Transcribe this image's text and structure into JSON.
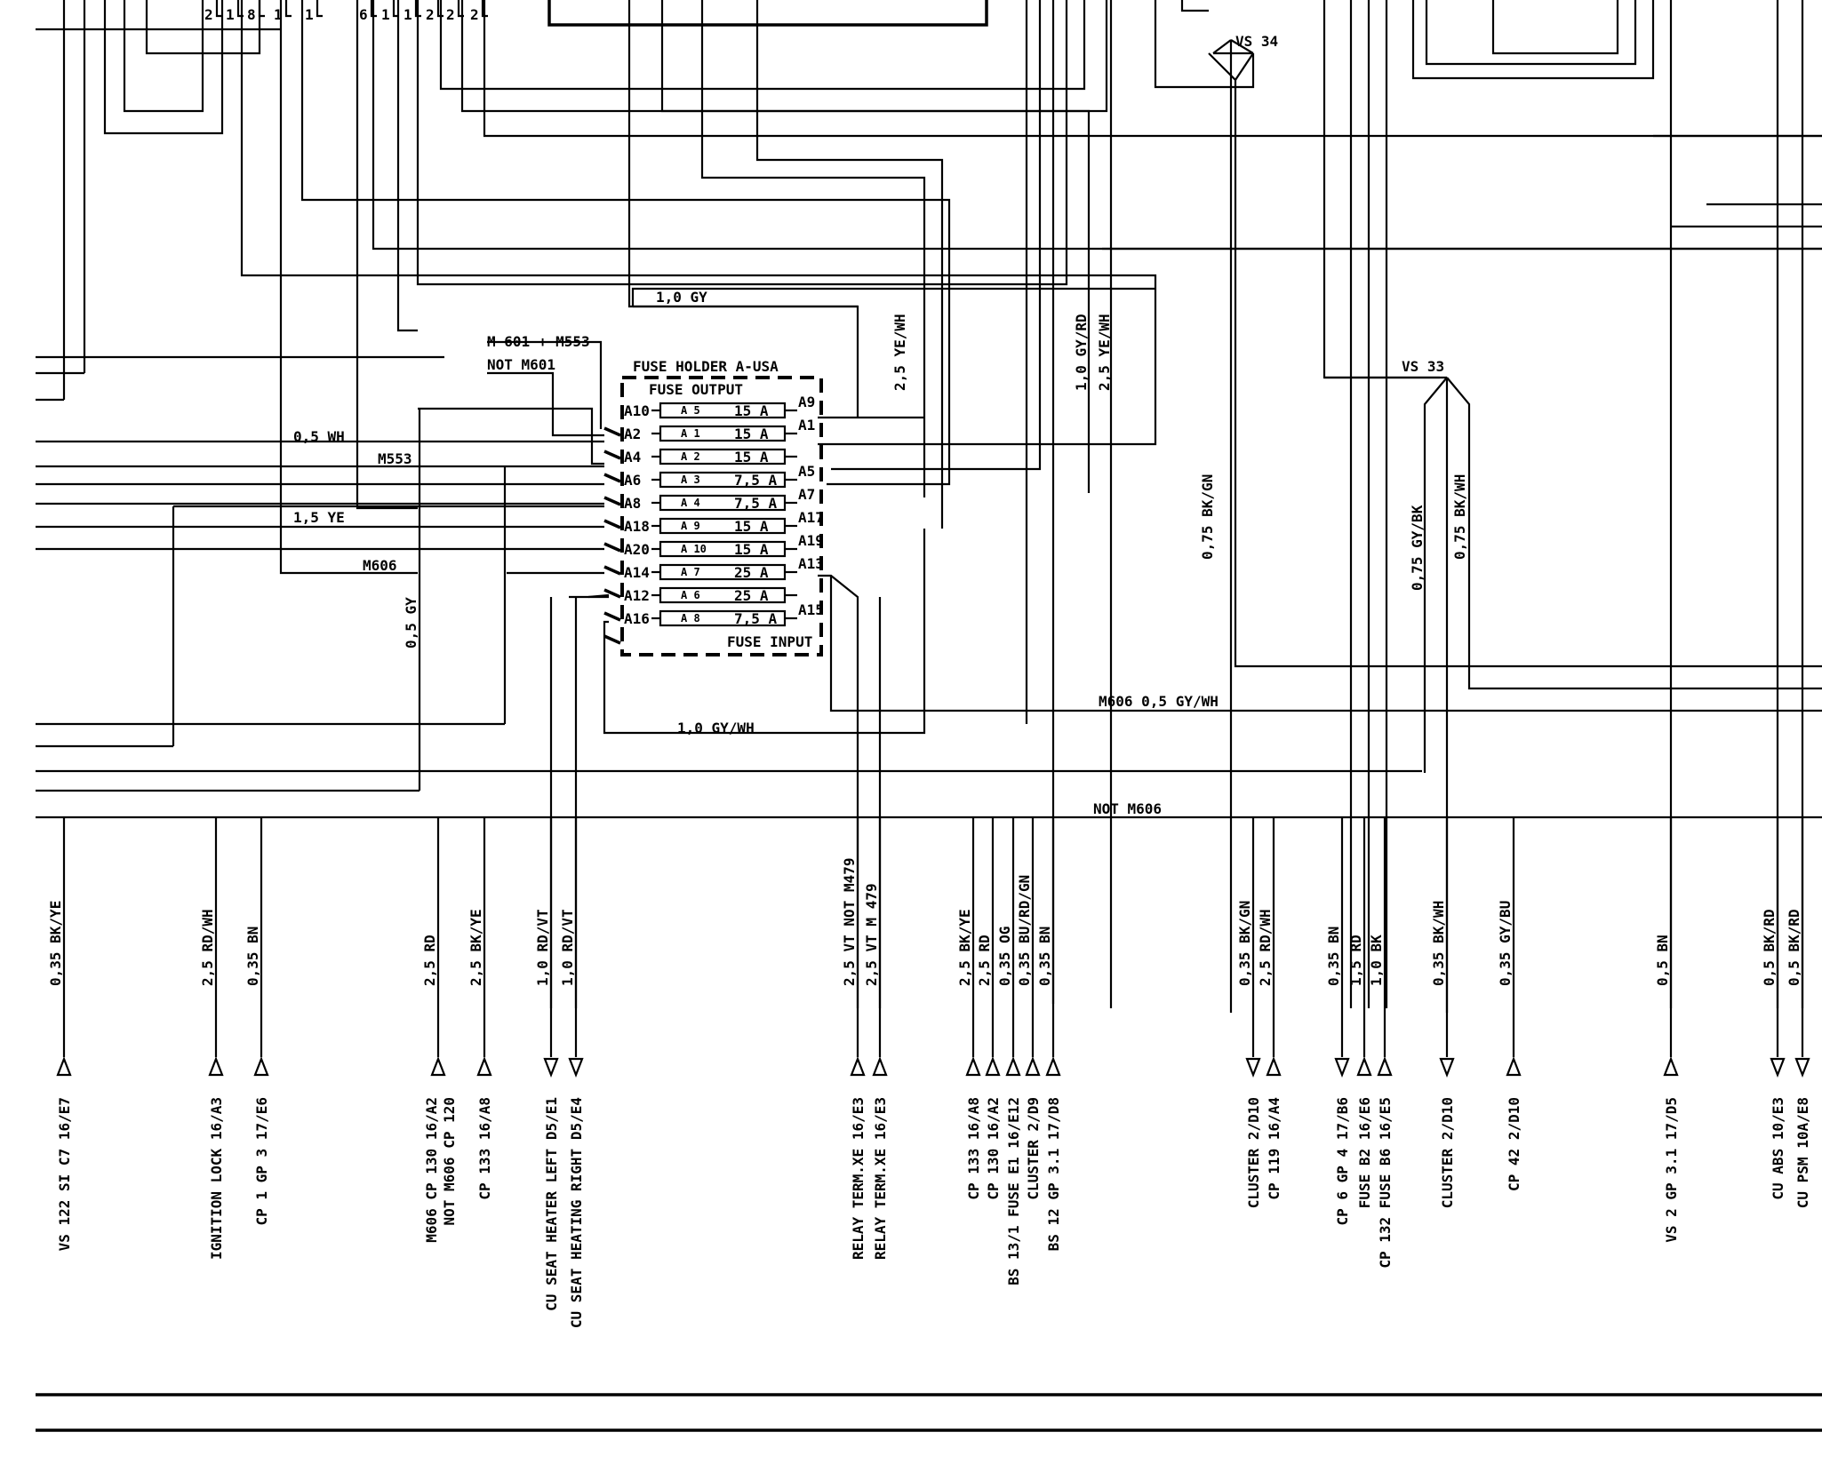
{
  "fuse_holder": {
    "title": "FUSE HOLDER A-USA",
    "output_label": "FUSE OUTPUT",
    "input_label": "FUSE INPUT",
    "fuses": [
      {
        "in": "A10",
        "fuse": "A 5",
        "rating": "15 A",
        "out": "A9"
      },
      {
        "in": "A2",
        "fuse": "A 1",
        "rating": "15 A",
        "out": "A1"
      },
      {
        "in": "A4",
        "fuse": "A 2",
        "rating": "15 A",
        "out": ""
      },
      {
        "in": "A6",
        "fuse": "A 3",
        "rating": "7,5 A",
        "out": "A5"
      },
      {
        "in": "A8",
        "fuse": "A 4",
        "rating": "7,5 A",
        "out": "A7"
      },
      {
        "in": "A18",
        "fuse": "A 9",
        "rating": "15 A",
        "out": "A17"
      },
      {
        "in": "A20",
        "fuse": "A 10",
        "rating": "15 A",
        "out": "A19"
      },
      {
        "in": "A14",
        "fuse": "A 7",
        "rating": "25 A",
        "out": "A13"
      },
      {
        "in": "A12",
        "fuse": "A 6",
        "rating": "25 A",
        "out": ""
      },
      {
        "in": "A16",
        "fuse": "A 8",
        "rating": "7,5 A",
        "out": "A15"
      }
    ]
  },
  "top_pins": [
    "2",
    "1",
    "8",
    "1",
    "1",
    "6",
    "1",
    "1",
    "2",
    "2",
    "2"
  ],
  "labels": {
    "gy_10": "1,0 GY",
    "m601_m553": "M 601 + M553",
    "not_m601": "NOT M601",
    "wh_05": "0,5 WH",
    "m553": "M553",
    "ye_15": "1,5 YE",
    "m606_left": "M606",
    "gy_05": "0,5 GY",
    "ye_wh_25": "2,5 YE/WH",
    "gy_rd_10": "1,0 GY/RD",
    "ye_wh_25b": "2,5 YE/WH",
    "gy_wh_10": "1,0 GY/WH",
    "m606_gywh": "M606  0,5 GY/WH",
    "not_m606": "NOT M606",
    "vs34": "VS 34",
    "vs33": "VS 33",
    "bk_gn_075": "0,75 BK/GN",
    "gy_bk_075": "0,75 GY/BK",
    "bk_wh_075": "0,75 BK/WH"
  },
  "bottom_wires": [
    "0,35 BK/YE",
    "2,5 RD/WH",
    "0,35 BN",
    "2,5 RD",
    "2,5 BK/YE",
    "1,0 RD/VT",
    "1,0 RD/VT",
    "2,5 VT  NOT M479",
    "2,5 VT  M 479",
    "2,5 BK/YE",
    "2,5 RD",
    "0,35 OG",
    "0,35 BU/RD/GN",
    "0,35 BN",
    "0,35 BK/GN",
    "2,5 RD/WH",
    "0,35 BN",
    "1,5 RD",
    "1,0 BK",
    "0,35 BK/WH",
    "0,35 GY/BU",
    "0,5 BN",
    "0,5 BK/RD",
    "0,5 BK/RD"
  ],
  "destinations": [
    "VS 122 SI C7 16/E7",
    "IGNITION LOCK  16/A3",
    "CP 1 GP 3  17/E6",
    "M606  CP 130  16/A2",
    "NOT M606  CP 120",
    "CP 133  16/A8",
    "CU SEAT HEATER LEFT  D5/E1",
    "CU SEAT HEATING RIGHT  D5/E4",
    "RELAY TERM.XE  16/E3",
    "RELAY TERM.XE  16/E3",
    "CP 133  16/A8",
    "CP 130  16/A2",
    "BS 13/1 FUSE E1 16/E12",
    "CLUSTER  2/D9",
    "BS 12 GP 3.1  17/D8",
    "CLUSTER  2/D10",
    "CP 119  16/A4",
    "CP 6 GP 4  17/B6",
    "FUSE B2  16/E6",
    "CP 132 FUSE B6  16/E5",
    "CLUSTER  2/D10",
    "CP 42  2/D10",
    "VS 2 GP 3.1  17/D5",
    "CU ABS  10/E3",
    "CU PSM  10A/E8"
  ]
}
